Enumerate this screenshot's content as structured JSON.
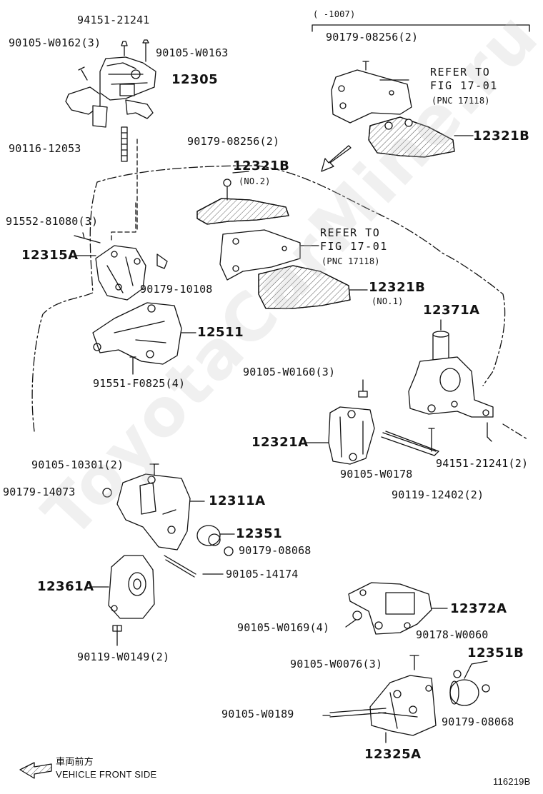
{
  "watermark": "ToyotaCarMine.ru",
  "top_range": "(      -1007)",
  "labels": {
    "p94151_21241": "94151-21241",
    "p90105_W0162": "90105-W0162(3)",
    "p90105_W0163": "90105-W0163",
    "p12305": "12305",
    "p90116_12053": "90116-12053",
    "p90179_08256_top": "90179-08256(2)",
    "refer1_a": "REFER TO",
    "refer1_b": "FIG 17-01",
    "refer1_c": "(PNC 17118)",
    "p12321B_top": "12321B",
    "p90179_08256_mid": "90179-08256(2)",
    "p12321B_no2": "12321B",
    "no2": "(NO.2)",
    "refer2_a": "REFER TO",
    "refer2_b": "FIG 17-01",
    "refer2_c": "(PNC 17118)",
    "p12321B_no1": "12321B",
    "no1": "(NO.1)",
    "p91552_81080": "91552-81080(3)",
    "p12315A": "12315A",
    "p90179_10108": "90179-10108",
    "p12511": "12511",
    "p91551_F0825": "91551-F0825(4)",
    "p12371A": "12371A",
    "p90105_W0160": "90105-W0160(3)",
    "p12321A": "12321A",
    "p90105_W0178": "90105-W0178",
    "p94151_21241_2": "94151-21241(2)",
    "p90119_12402": "90119-12402(2)",
    "p90105_10301": "90105-10301(2)",
    "p90179_14073": "90179-14073",
    "p12311A": "12311A",
    "p12351": "12351",
    "p90179_08068_a": "90179-08068",
    "p90105_14174": "90105-14174",
    "p12361A": "12361A",
    "p90119_W0149": "90119-W0149(2)",
    "p12372A": "12372A",
    "p90105_W0169": "90105-W0169(4)",
    "p90178_W0060": "90178-W0060",
    "p12351B": "12351B",
    "p90105_W0076": "90105-W0076(3)",
    "p90105_W0189": "90105-W0189",
    "p90179_08068_b": "90179-08068",
    "p12325A": "12325A"
  },
  "footer": {
    "front_jp": "車両前方",
    "front_en": "VEHICLE FRONT SIDE",
    "fig_code": "116219B"
  }
}
